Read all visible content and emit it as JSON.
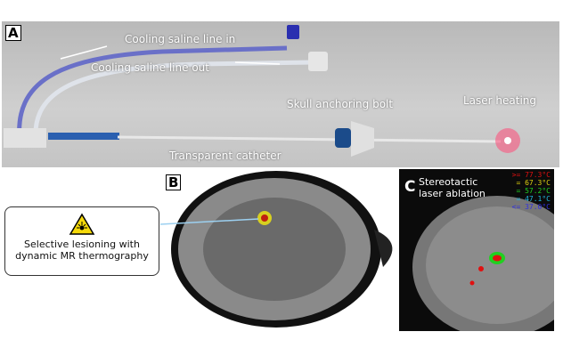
{
  "panels": {
    "a": "A",
    "b": "B",
    "c": "C"
  },
  "panel_a": {
    "labels": {
      "saline_in": "Cooling saline line in",
      "saline_out": "Cooling saline line out",
      "bolt": "Skull anchoring bolt",
      "laser": "Laser heating",
      "catheter": "Transparent catheter"
    }
  },
  "panel_b": {
    "callout": {
      "line1": "Selective lesioning with",
      "line2": "dynamic MR thermography"
    },
    "warning_icon": "laser-warning-icon"
  },
  "panel_c": {
    "title_line1": "Stereotactic",
    "title_line2": "laser ablation",
    "legend": [
      {
        "text": ">= 77.3°C",
        "color": "#e01010"
      },
      {
        "text": "= 67.3°C",
        "color": "#e0d010"
      },
      {
        "text": "= 57.2°C",
        "color": "#20d020"
      },
      {
        "text": "= 47.1°C",
        "color": "#20b8e0"
      },
      {
        "text": "<= 37.0°C",
        "color": "#3030e0"
      }
    ]
  }
}
